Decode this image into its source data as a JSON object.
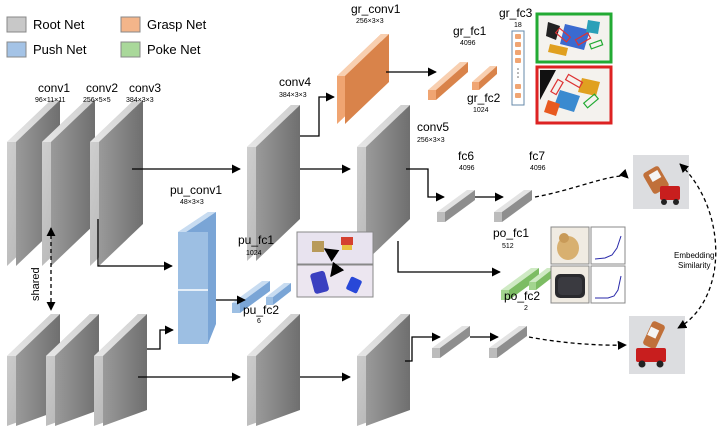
{
  "legend": {
    "root": {
      "label": "Root Net",
      "color": "#c8c8c8"
    },
    "push": {
      "label": "Push Net",
      "color": "#a4c3e6"
    },
    "grasp": {
      "label": "Grasp Net",
      "color": "#f3b58a"
    },
    "poke": {
      "label": "Poke Net",
      "color": "#a9d89a"
    }
  },
  "layers": {
    "conv1": {
      "name": "conv1",
      "dim": "96×11×11"
    },
    "conv2": {
      "name": "conv2",
      "dim": "256×5×5"
    },
    "conv3": {
      "name": "conv3",
      "dim": "384×3×3"
    },
    "conv4": {
      "name": "conv4",
      "dim": "384×3×3"
    },
    "conv5": {
      "name": "conv5",
      "dim": "256×3×3"
    },
    "gr_conv1": {
      "name": "gr_conv1",
      "dim": "256×3×3"
    },
    "gr_fc1": {
      "name": "gr_fc1",
      "dim": "4096"
    },
    "gr_fc2": {
      "name": "gr_fc2",
      "dim": "1024"
    },
    "gr_fc3": {
      "name": "gr_fc3",
      "dim": "18"
    },
    "fc6": {
      "name": "fc6",
      "dim": "4096"
    },
    "fc7": {
      "name": "fc7",
      "dim": "4096"
    },
    "pu_conv1": {
      "name": "pu_conv1",
      "dim": "48×3×3"
    },
    "pu_fc1": {
      "name": "pu_fc1",
      "dim": "1024"
    },
    "pu_fc2": {
      "name": "pu_fc2",
      "dim": "6"
    },
    "po_fc1": {
      "name": "po_fc1",
      "dim": "512"
    },
    "po_fc2": {
      "name": "po_fc2",
      "dim": "2"
    }
  },
  "annotations": {
    "shared": "shared",
    "embedding_line1": "Embedding",
    "embedding_line2": "Similarity"
  },
  "colors": {
    "root_front": "#c6c6c6",
    "root_side": "#8e8e8e",
    "root_top": "#e2e2e2",
    "grasp_front": "#f0a572",
    "push_front": "#9dbfe3",
    "poke_front": "#a3d58f",
    "grasp_good_border": "#22aa33",
    "grasp_bad_border": "#dd2222"
  }
}
